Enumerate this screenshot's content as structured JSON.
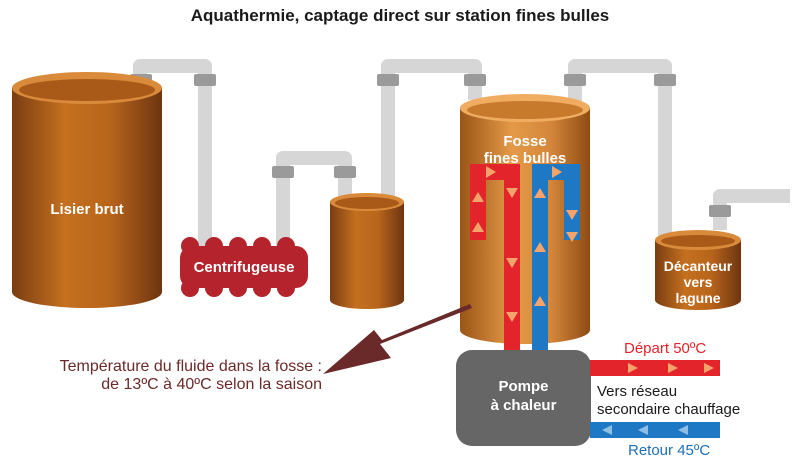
{
  "title": "Aquathermie, captage direct sur station fines bulles",
  "labels": {
    "lisier": "Lisier brut",
    "centrifugeuse": "Centrifugeuse",
    "fosse_line1": "Fosse",
    "fosse_line2": "fines bulles",
    "decanteur_line1": "Décanteur",
    "decanteur_line2": "vers",
    "decanteur_line3": "lagune",
    "pompe_line1": "Pompe",
    "pompe_line2": "à chaleur",
    "depart": "Départ 50ºC",
    "retour": "Retour 45ºC",
    "reseau_line1": "Vers réseau",
    "reseau_line2": "secondaire chauffage",
    "note_line1": "Température du fluide dans la fosse :",
    "note_line2": "de 13ºC à 40ºC selon la saison"
  },
  "colors": {
    "tank_body": "#b8651c",
    "tank_top": "#d98a3a",
    "fosse_body": "#d88a3a",
    "pipe": "#d6d6d6",
    "pipe_joint": "#9a9a9a",
    "centrifuge": "#b5232c",
    "pump": "#666666",
    "hot": "#e3242b",
    "cold": "#1f78c4",
    "arrow": "#6b2a2a"
  }
}
